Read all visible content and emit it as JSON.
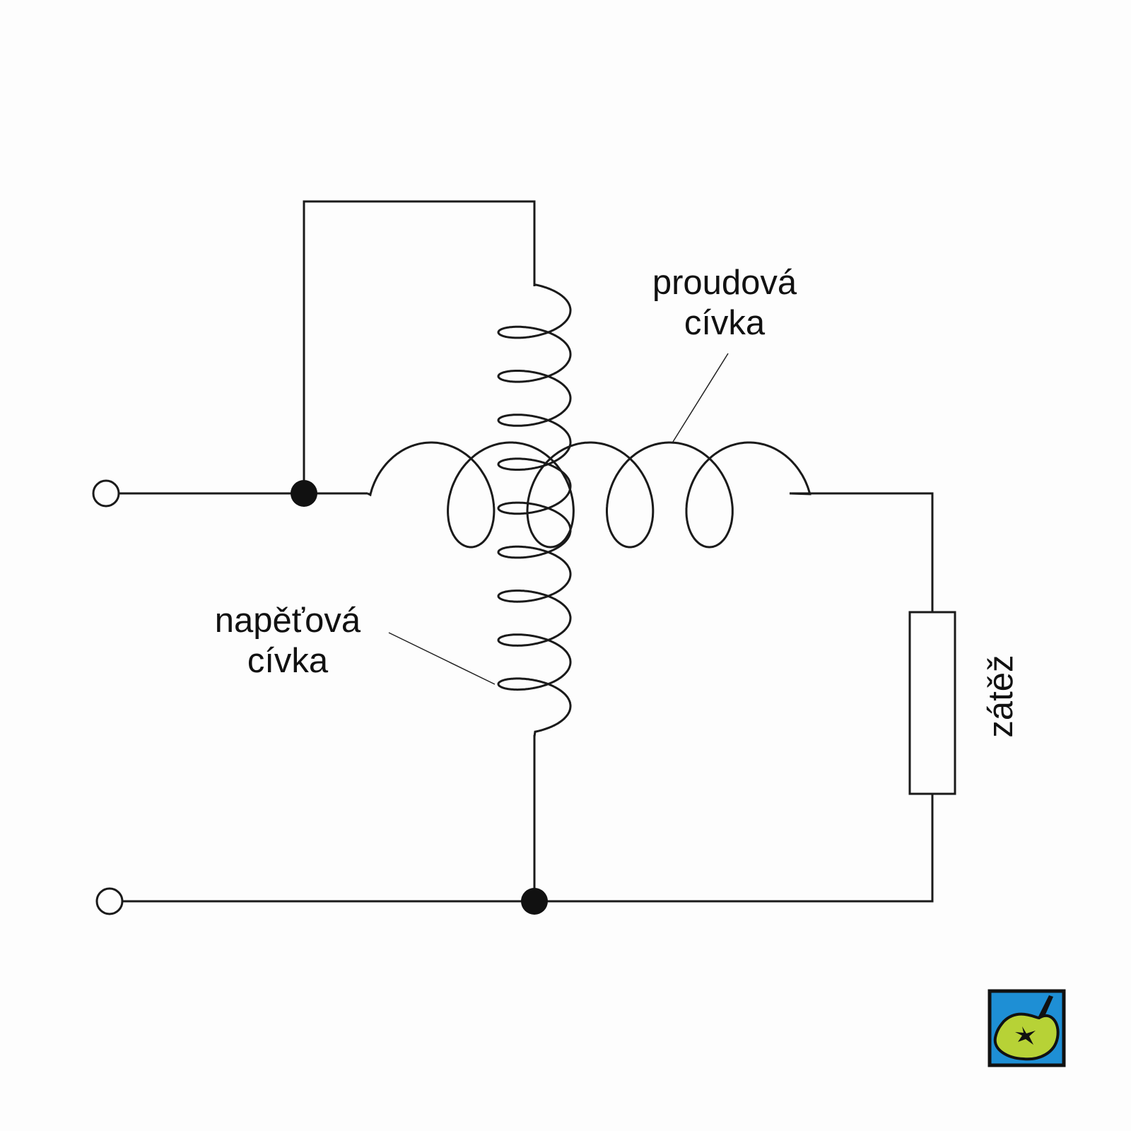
{
  "labels": {
    "current_coil": [
      "proudová",
      "cívka"
    ],
    "voltage_coil": [
      "napěťová",
      "cívka"
    ],
    "load": "zátěž"
  },
  "colors": {
    "line": "#1a1a1a",
    "logo_blue": "#1e8fd5",
    "logo_green": "#b7d236"
  },
  "logo": {
    "icon": "apple-logo-icon"
  }
}
